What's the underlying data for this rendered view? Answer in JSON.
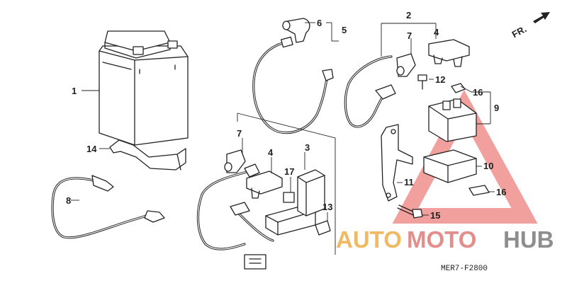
{
  "callouts": [
    "1",
    "2",
    "4",
    "5",
    "6",
    "7",
    "12",
    "16",
    "9",
    "14",
    "7",
    "4",
    "3",
    "17",
    "10",
    "11",
    "8",
    "13",
    "16",
    "15"
  ],
  "direction_label": "FR.",
  "diagram_code": "MER7-F2800",
  "watermark": {
    "part1": "AUTO",
    "part2": "MOTO",
    "part3": "HUB"
  },
  "colors": {
    "line": "#222222",
    "watermark_red": "#e8524f",
    "watermark_orange": "#f0b964",
    "watermark_gray": "#8e8e8e"
  }
}
